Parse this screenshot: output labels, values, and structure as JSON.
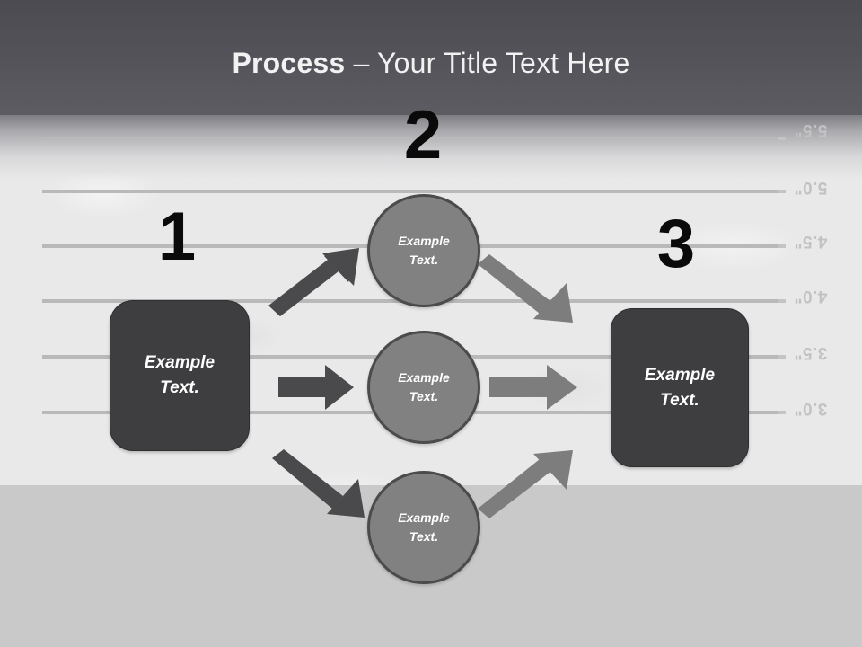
{
  "slide": {
    "title_strong": "Process",
    "title_rest": " – Your Title Text Here",
    "title_full": "Process – Your Title Text Here"
  },
  "ruler": {
    "labels": [
      "5.5\"",
      "5.0\"",
      "4.5\"",
      "4.0\"",
      "3.5\"",
      "3.0\""
    ]
  },
  "steps": {
    "one": "1",
    "two": "2",
    "three": "3"
  },
  "nodes": {
    "start_box": {
      "line1": "Example",
      "line2": "Text."
    },
    "circle_top": {
      "line1": "Example",
      "line2": "Text."
    },
    "circle_middle": {
      "line1": "Example",
      "line2": "Text."
    },
    "circle_bottom": {
      "line1": "Example",
      "line2": "Text."
    },
    "end_box": {
      "line1": "Example",
      "line2": "Text."
    }
  },
  "colors": {
    "header_band": "#4b4b51",
    "dark_shape": "#3e3e41",
    "circle_fill": "#818181",
    "circle_stroke": "#4b4b4b",
    "arrow_dark": "#4a4a4c",
    "arrow_light": "#7d7d7d",
    "rule_line": "#b9b9b9",
    "background": "#e9e9e9",
    "background_lower": "#c9c9c9",
    "title_text": "#f2f2f2",
    "number_text": "#0a0a0a"
  }
}
